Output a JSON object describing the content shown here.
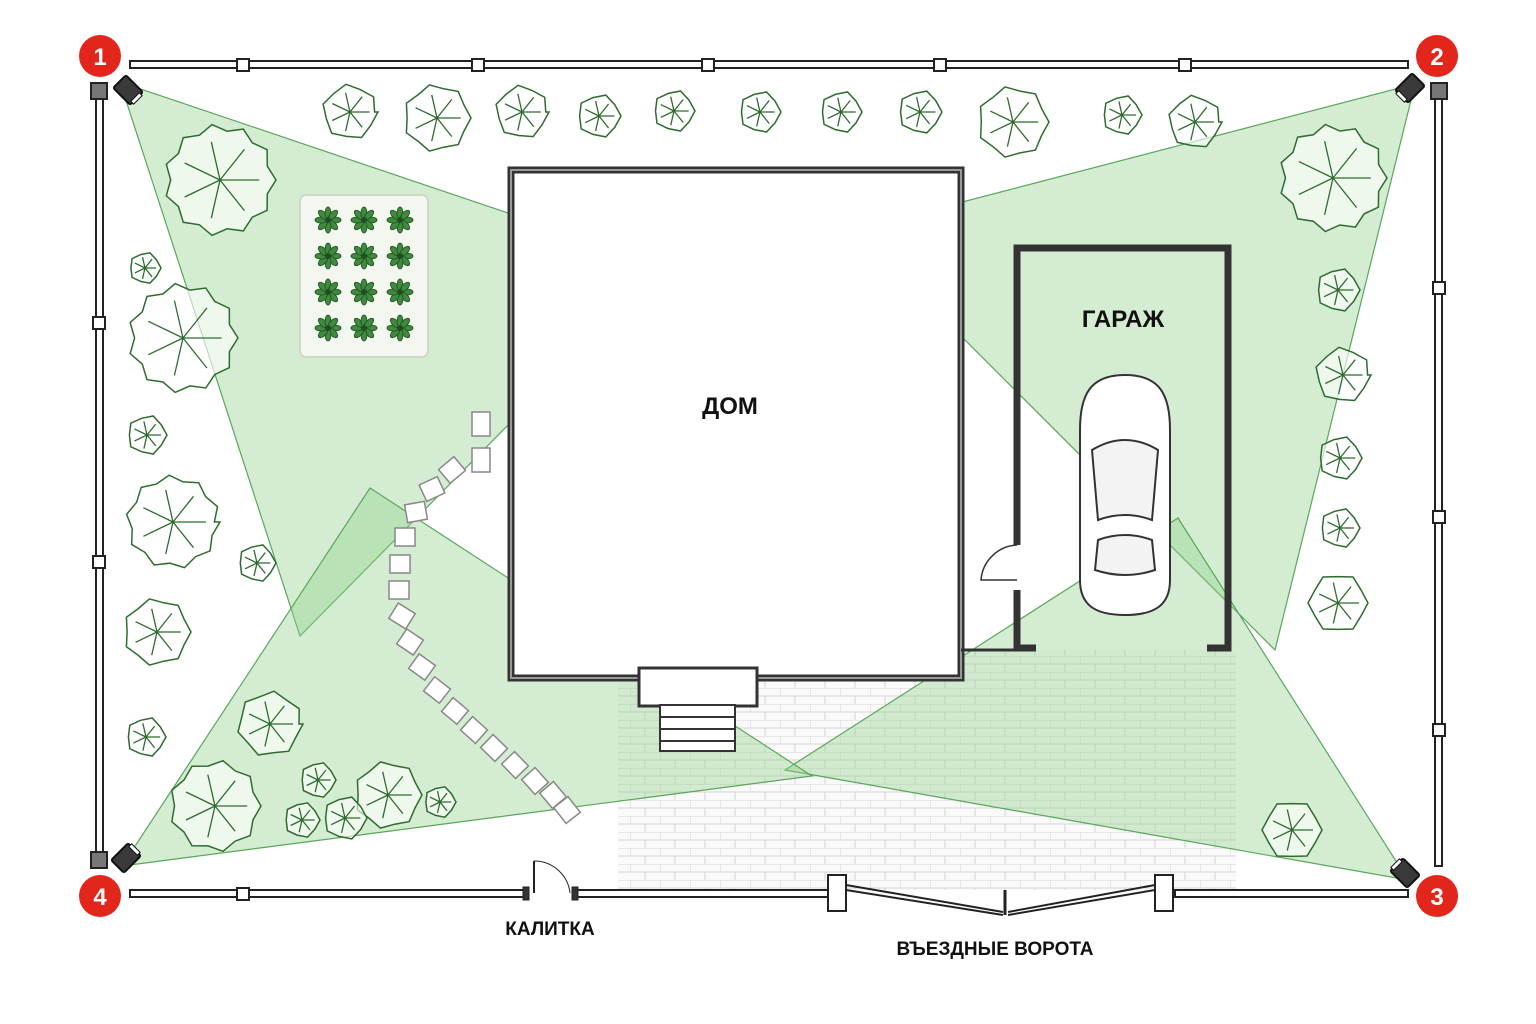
{
  "plan": {
    "house_label": "ДОМ",
    "garage_label": "ГАРАЖ",
    "wicket_label": "КАЛИТКА",
    "entry_gate_label": "ВЪЕЗДНЫЕ ВОРОТА"
  },
  "cameras": [
    {
      "number": "1"
    },
    {
      "number": "2"
    },
    {
      "number": "3"
    },
    {
      "number": "4"
    }
  ],
  "colors": {
    "badge": "#e3261b",
    "coverage": "#8fd08a",
    "coverage_edge": "#5aa65a",
    "wall": "#333333",
    "tree": "#2f6b2f"
  }
}
